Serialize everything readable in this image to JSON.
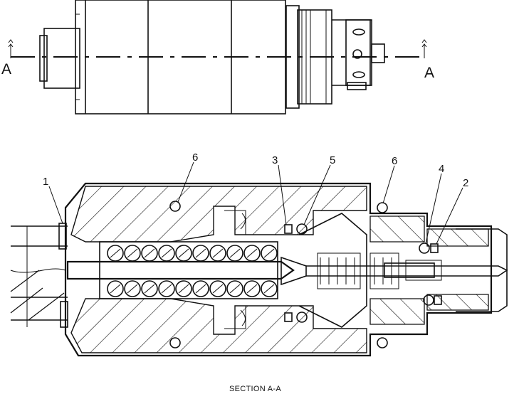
{
  "section_marks": {
    "left": "A",
    "right": "A"
  },
  "callouts": [
    {
      "id": "1",
      "label": "1"
    },
    {
      "id": "6a",
      "label": "6"
    },
    {
      "id": "3",
      "label": "3"
    },
    {
      "id": "5",
      "label": "5"
    },
    {
      "id": "6b",
      "label": "6"
    },
    {
      "id": "4",
      "label": "4"
    },
    {
      "id": "2",
      "label": "2"
    }
  ],
  "caption": "SECTION A-A"
}
